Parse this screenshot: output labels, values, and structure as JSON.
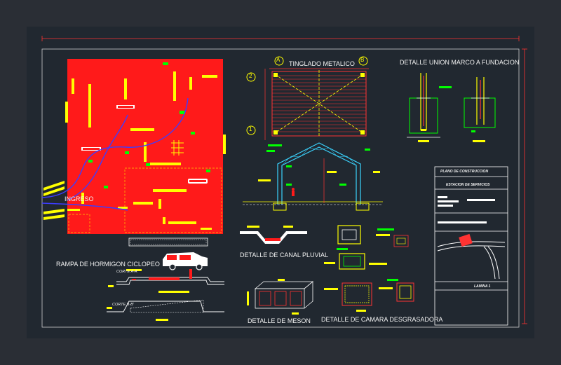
{
  "drawing": {
    "labels": {
      "ingreso": "INGRESO",
      "rampa": "RAMPA DE HORMIGON CICLOPEO",
      "tinglado": "TINGLADO METALICO",
      "detalle_union": "DETALLE UNION MARCO A FUNDACION",
      "detalle_canal": "DETALLE DE CANAL PLUVIAL",
      "detalle_meson": "DETALLE DE MESON",
      "detalle_camara": "DETALLE DE CAMARA DESGRASADORA",
      "corte_a": "CORTE A-A'",
      "corte_b": "CORTE B-B'"
    },
    "grid_markers": {
      "a": "A",
      "b": "B",
      "one": "1",
      "two": "2"
    },
    "title_block": {
      "title": "PLANO  DE  CONSTRUCCION",
      "subtitle": "ESTACION DE SERVICIOS",
      "sheet": "LAMINA 1"
    },
    "colors": {
      "background": "#2a2e35",
      "sheet": "#212830",
      "plan_fill": "#ff1a1a",
      "annotation_yellow": "#ffff00",
      "annotation_green": "#00ff00",
      "frame_red": "#ff3333",
      "flow_blue": "#3d3dff"
    }
  }
}
